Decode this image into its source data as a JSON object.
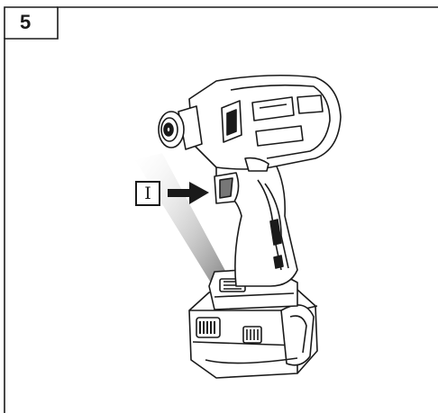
{
  "figure": {
    "number": "5",
    "callout_label": "I"
  },
  "illustration": {
    "subject": "cordless-impact-driver",
    "pointer_icon": "arrow-right-icon"
  },
  "colors": {
    "line": "#1a1a1a",
    "highlight": "#777777"
  }
}
